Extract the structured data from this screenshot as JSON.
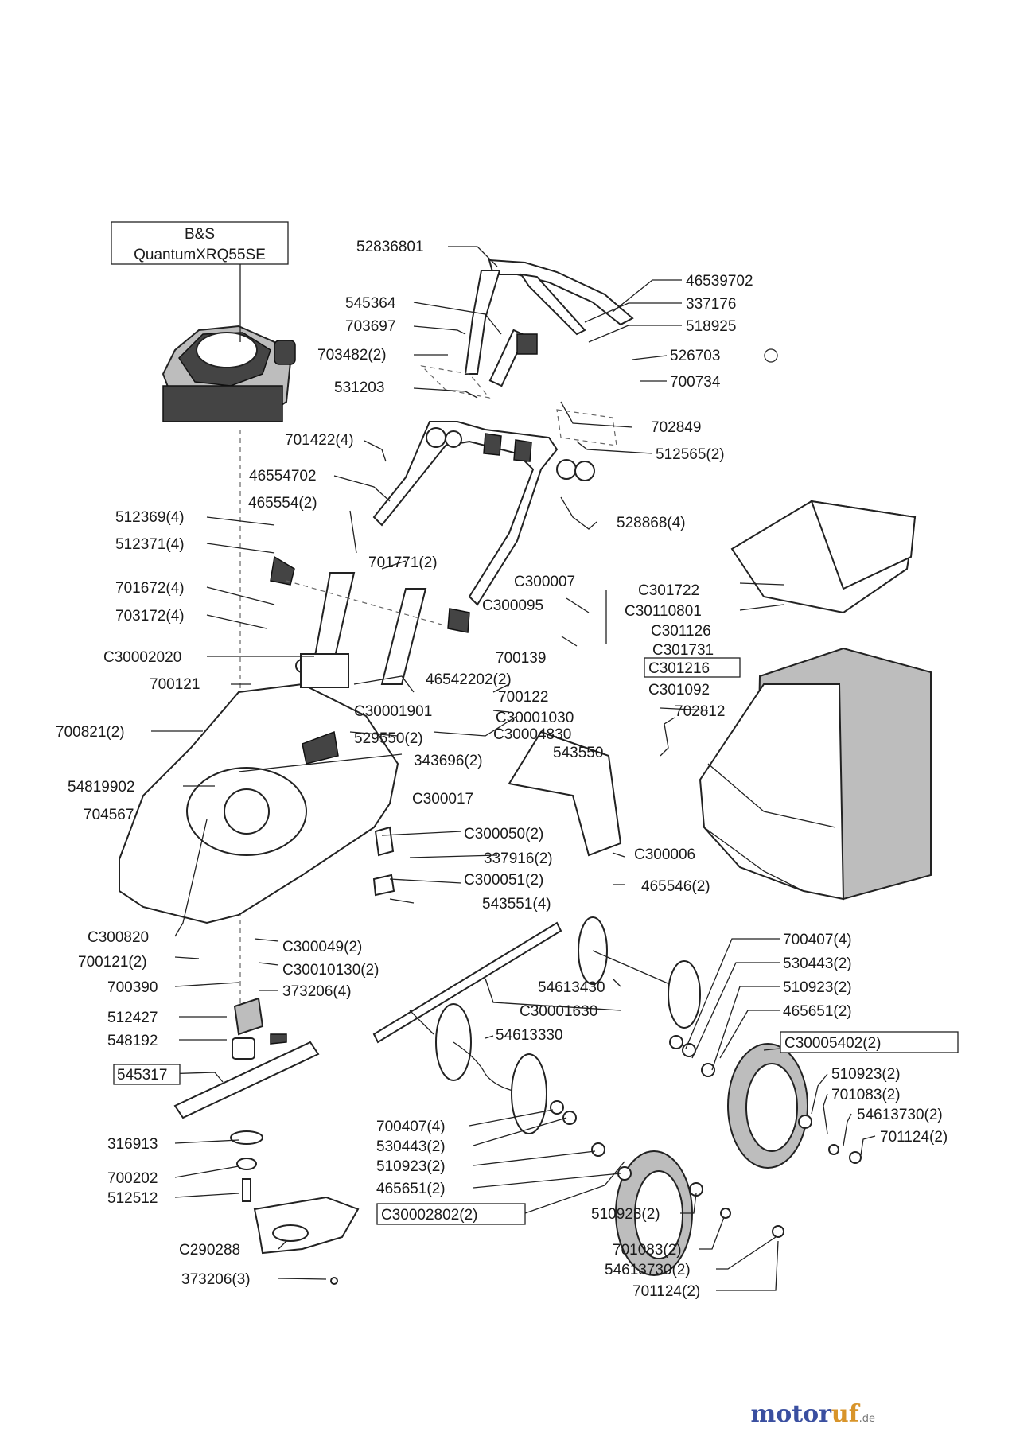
{
  "engine_box": {
    "line1": "B&S",
    "line2": "QuantumXRQ55SE"
  },
  "boxed_labels": {
    "c301216": "C301216",
    "c30005402": "C30005402(2)",
    "s545317": "545317",
    "c30002802": "C30002802(2)"
  },
  "labels": {
    "l52836801": "52836801",
    "l46539702": "46539702",
    "l545364": "545364",
    "l337176": "337176",
    "l703697": "703697",
    "l518925": "518925",
    "l703482": "703482(2)",
    "l526703": "526703",
    "l531203": "531203",
    "l700734": "700734",
    "l702849": "702849",
    "l701422": "701422(4)",
    "l512565": "512565(2)",
    "l46554702": "46554702",
    "l465554": "465554(2)",
    "l512369": "512369(4)",
    "l528868": "528868(4)",
    "l512371": "512371(4)",
    "l701771": "701771(2)",
    "l701672": "701672(4)",
    "lc300007": "C300007",
    "lc301722": "C301722",
    "lc300095": "C300095",
    "lc30110801": "C30110801",
    "l703172": "703172(4)",
    "lc301126": "C301126",
    "lc301731": "C301731",
    "lc30002020": "C30002020",
    "l700139": "700139",
    "l46542202": "46542202(2)",
    "l700121": "700121",
    "l700122": "700122",
    "lc301092": "C301092",
    "lc30001901": "C30001901",
    "lc30001030": "C30001030",
    "l702812": "702812",
    "l700821": "700821(2)",
    "l529550": "529550(2)",
    "lc30004830": "C30004830",
    "l343696": "343696(2)",
    "l543550": "543550",
    "l54819902": "54819902",
    "lc300017": "C300017",
    "l704567": "704567",
    "lc300050": "C300050(2)",
    "l337916": "337916(2)",
    "lc300006": "C300006",
    "lc300051": "C300051(2)",
    "l465546": "465546(2)",
    "l543551": "543551(4)",
    "lc300820": "C300820",
    "l700407r": "700407(4)",
    "lc300049": "C300049(2)",
    "l700121b": "700121(2)",
    "l530443r": "530443(2)",
    "lc30010130": "C30010130(2)",
    "l700390": "700390",
    "l54613430": "54613430",
    "l510923r": "510923(2)",
    "l373206a": "373206(4)",
    "l512427": "512427",
    "lc30001630": "C30001630",
    "l465651r": "465651(2)",
    "l548192": "548192",
    "l54613330": "54613330",
    "l510923r2": "510923(2)",
    "l701083r": "701083(2)",
    "l700407l": "700407(4)",
    "l54613730r": "54613730(2)",
    "l530443l": "530443(2)",
    "l701124r": "701124(2)",
    "l316913": "316913",
    "l510923l": "510923(2)",
    "l700202": "700202",
    "l465651l": "465651(2)",
    "l512512": "512512",
    "l510923l2": "510923(2)",
    "l701083l": "701083(2)",
    "lc290288": "C290288",
    "l54613730l": "54613730(2)",
    "l373206b": "373206(3)",
    "l701124l": "701124(2)"
  },
  "watermark": {
    "part1": "motor",
    "part2": "uf",
    "part3": ".de"
  }
}
